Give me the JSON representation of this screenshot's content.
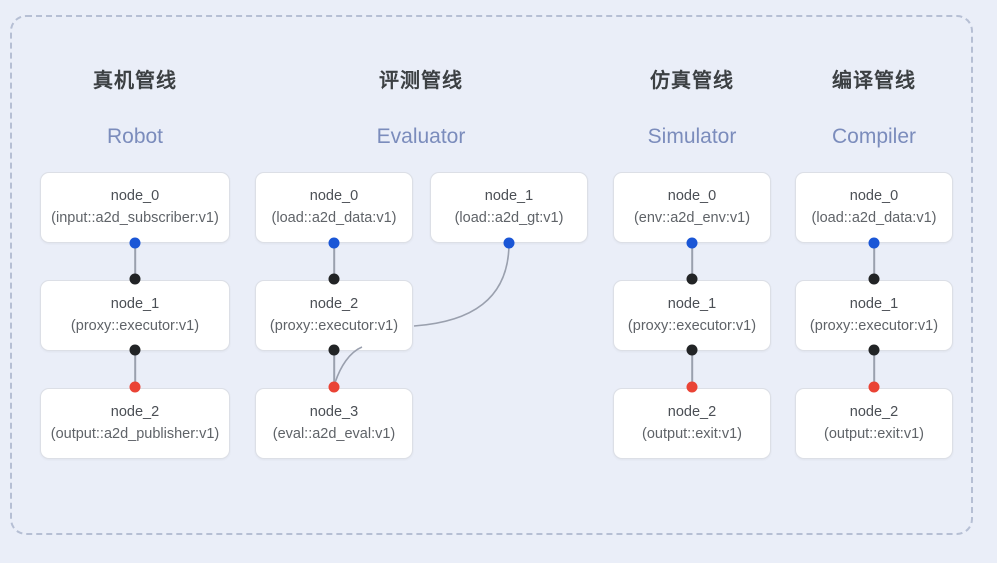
{
  "diagram": {
    "background_color": "#eaeef8",
    "frame_border_color": "#b6bfd4",
    "columns": [
      {
        "id": "robot",
        "title_cn": "真机管线",
        "title_en": "Robot",
        "nodes": [
          {
            "name": "node_0",
            "spec": "(input::a2d_subscriber:v1)"
          },
          {
            "name": "node_1",
            "spec": "(proxy::executor:v1)"
          },
          {
            "name": "node_2",
            "spec": "(output::a2d_publisher:v1)"
          }
        ]
      },
      {
        "id": "evaluator",
        "title_cn": "评测管线",
        "title_en": "Evaluator",
        "nodes": [
          {
            "name": "node_0",
            "spec": "(load::a2d_data:v1)"
          },
          {
            "name": "node_2",
            "spec": "(proxy::executor:v1)"
          },
          {
            "name": "node_3",
            "spec": "(eval::a2d_eval:v1)"
          },
          {
            "name": "node_1",
            "spec": "(load::a2d_gt:v1)"
          }
        ]
      },
      {
        "id": "simulator",
        "title_cn": "仿真管线",
        "title_en": "Simulator",
        "nodes": [
          {
            "name": "node_0",
            "spec": "(env::a2d_env:v1)"
          },
          {
            "name": "node_1",
            "spec": "(proxy::executor:v1)"
          },
          {
            "name": "node_2",
            "spec": "(output::exit:v1)"
          }
        ]
      },
      {
        "id": "compiler",
        "title_cn": "编译管线",
        "title_en": "Compiler",
        "nodes": [
          {
            "name": "node_0",
            "spec": "(load::a2d_data:v1)"
          },
          {
            "name": "node_1",
            "spec": "(proxy::executor:v1)"
          },
          {
            "name": "node_2",
            "spec": "(output::exit:v1)"
          }
        ]
      }
    ],
    "port_colors": {
      "output_port": "#1a56d6",
      "relay_port": "#222426",
      "terminal_port": "#ea4335"
    },
    "edge_color": "#9aa0ae"
  }
}
